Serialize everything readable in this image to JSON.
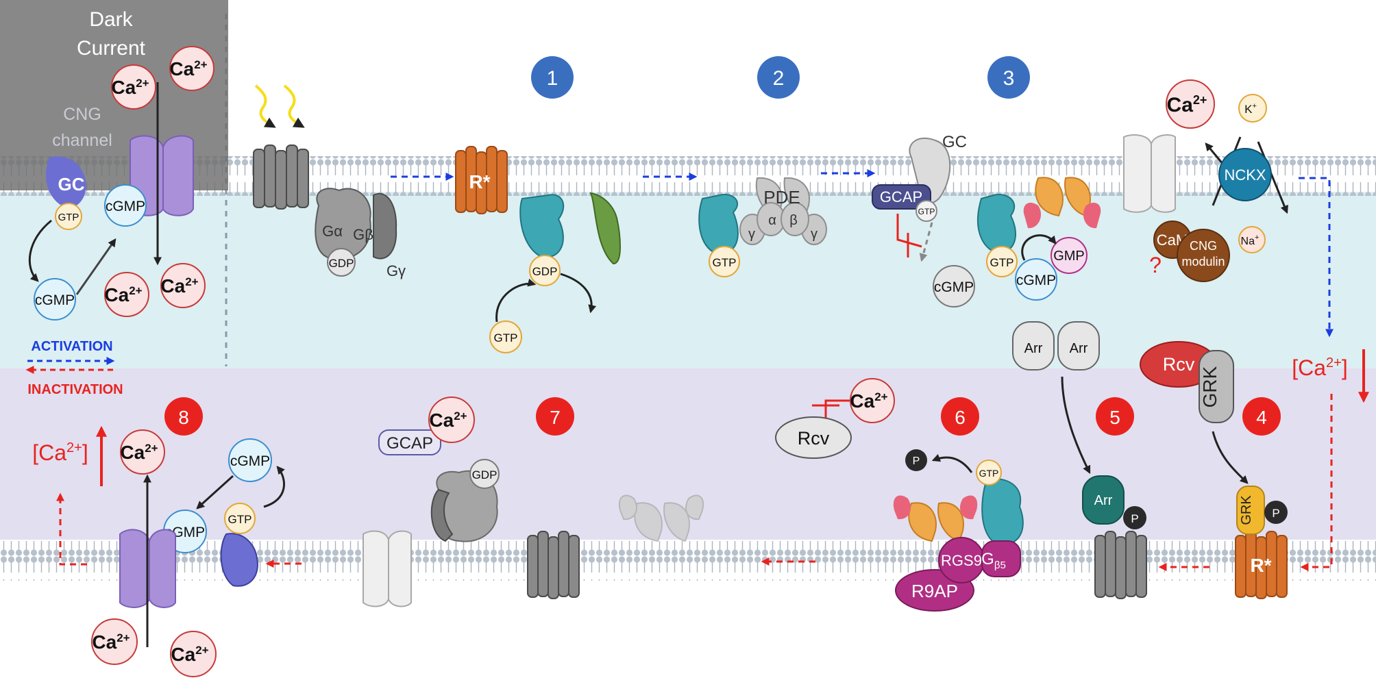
{
  "dark_current": {
    "title_line1": "Dark",
    "title_line2": "Current",
    "channel_line1": "CNG",
    "channel_line2": "channel"
  },
  "legend": {
    "activation": "ACTIVATION",
    "inactivation": "INACTIVATION"
  },
  "steps": {
    "s1": "1",
    "s2": "2",
    "s3": "3",
    "s4": "4",
    "s5": "5",
    "s6": "6",
    "s7": "7",
    "s8": "8"
  },
  "molecules": {
    "ca": "Ca",
    "ca_charge": "2+",
    "k": "K",
    "k_charge": "+",
    "na": "Na",
    "na_charge": "+",
    "gtp": "GTP",
    "gdp": "GDP",
    "cgmp": "cGMP",
    "gmp": "GMP",
    "p": "P"
  },
  "proteins": {
    "gc": "GC",
    "r_star": "R*",
    "g_alpha": "Gα",
    "g_beta": "Gβ",
    "g_gamma": "Gγ",
    "pde": "PDE",
    "alpha": "α",
    "beta": "β",
    "gamma": "γ",
    "gcap": "GCAP",
    "nckx": "NCKX",
    "cam": "CaM",
    "cng_modulin_1": "CNG",
    "cng_modulin_2": "modulin",
    "question": "?",
    "arr": "Arr",
    "rcv": "Rcv",
    "grk": "GRK",
    "rgs9": "RGS9",
    "gb5": "G",
    "gb5_sub": "β5",
    "r9ap": "R9AP"
  },
  "colors": {
    "cytoplasm_activation": "#dceff2",
    "cytoplasm_inactivation": "#e2dff0",
    "dark_overlay": "#707070",
    "step_blue": "#3a6fc0",
    "step_red": "#e8231f",
    "activation_arrow": "#1a3de0",
    "inactivation_arrow": "#e8231f",
    "rhodopsin_active": "#d8712c",
    "transducin_alpha": "#3ea7b4",
    "pde6": "#f0a94a",
    "rgs9": "#b02f84",
    "cng_channel": "#a990d8"
  }
}
